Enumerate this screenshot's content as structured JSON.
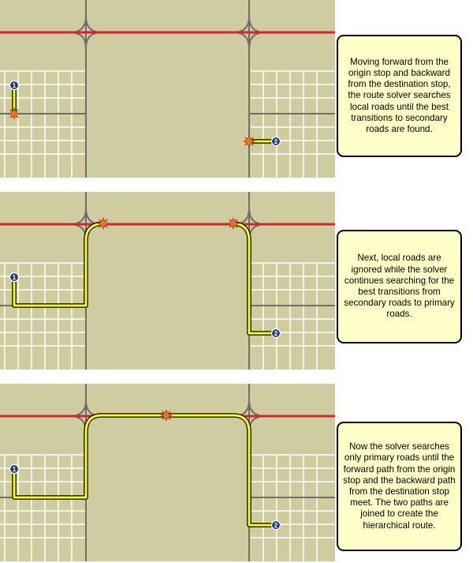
{
  "colors": {
    "map_background": "#cfcc9f",
    "local_road": "#ffffff",
    "secondary_road": "#6e6e6e",
    "primary_road": "#d9232a",
    "route": "#ffff00",
    "route_outline": "#000000",
    "stop_marker": "#1f3a7a",
    "transition_point": "#f36f21",
    "callout_fill": "#ffffc8",
    "callout_border": "#000000"
  },
  "icons": {
    "origin_stop": "numbered-circle-icon",
    "destination_stop": "numbered-circle-icon",
    "transition": "starburst-icon"
  },
  "steps": [
    {
      "description": "Moving forward from the origin stop and backward from the destination stop, the route solver searches local roads until the best transitions to secondary roads are found.",
      "origin_label": "1",
      "destination_label": "2"
    },
    {
      "description": "Next, local roads are ignored while the solver continues searching for the best transitions from secondary roads to primary roads.",
      "origin_label": "1",
      "destination_label": "2"
    },
    {
      "description": "Now the solver searches only primary roads until the forward path from the origin stop and the backward path from the destination stop meet. The two paths are joined to create the hierarchical route.",
      "origin_label": "1",
      "destination_label": "2"
    }
  ]
}
